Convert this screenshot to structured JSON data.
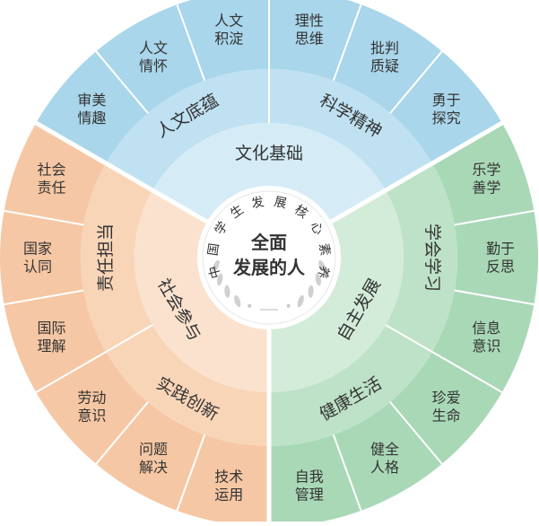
{
  "center": {
    "line1": "全面",
    "line2": "发展的人"
  },
  "arc_text": "中国学生发展核心素养",
  "colors": {
    "blue_outer": "#a9d6ea",
    "blue_mid": "#bfe1f1",
    "blue_inner": "#d5ecf7",
    "orange_outer": "#f6c7a4",
    "orange_mid": "#f9d5b8",
    "orange_inner": "#fbe2ce",
    "green_outer": "#a9d8b7",
    "green_mid": "#bee2c8",
    "green_inner": "#d3ecd9",
    "divider": "#ffffff",
    "text": "#333333",
    "arc_text": "#555555"
  },
  "sectors": [
    {
      "color_key": "blue",
      "inner_label": "文化基础",
      "mid": [
        {
          "label": "人文底蕴"
        },
        {
          "label": "科学精神"
        }
      ],
      "outer": [
        {
          "line1": "审美",
          "line2": "情趣"
        },
        {
          "line1": "人文",
          "line2": "情怀"
        },
        {
          "line1": "人文",
          "line2": "积淀"
        },
        {
          "line1": "理性",
          "line2": "思维"
        },
        {
          "line1": "批判",
          "line2": "质疑"
        },
        {
          "line1": "勇于",
          "line2": "探究"
        }
      ]
    },
    {
      "color_key": "green",
      "inner_label": "自主发展",
      "mid": [
        {
          "label": "学会学习"
        },
        {
          "label": "健康生活"
        }
      ],
      "outer": [
        {
          "line1": "乐学",
          "line2": "善学"
        },
        {
          "line1": "勤于",
          "line2": "反思"
        },
        {
          "line1": "信息",
          "line2": "意识"
        },
        {
          "line1": "珍爱",
          "line2": "生命"
        },
        {
          "line1": "健全",
          "line2": "人格"
        },
        {
          "line1": "自我",
          "line2": "管理"
        }
      ]
    },
    {
      "color_key": "orange",
      "inner_label": "社会参与",
      "mid": [
        {
          "label": "实践创新"
        },
        {
          "label": "责任担当"
        }
      ],
      "outer": [
        {
          "line1": "技术",
          "line2": "运用"
        },
        {
          "line1": "问题",
          "line2": "解决"
        },
        {
          "line1": "劳动",
          "line2": "意识"
        },
        {
          "line1": "国际",
          "line2": "理解"
        },
        {
          "line1": "国家",
          "line2": "认同"
        },
        {
          "line1": "社会",
          "line2": "责任"
        }
      ]
    }
  ]
}
